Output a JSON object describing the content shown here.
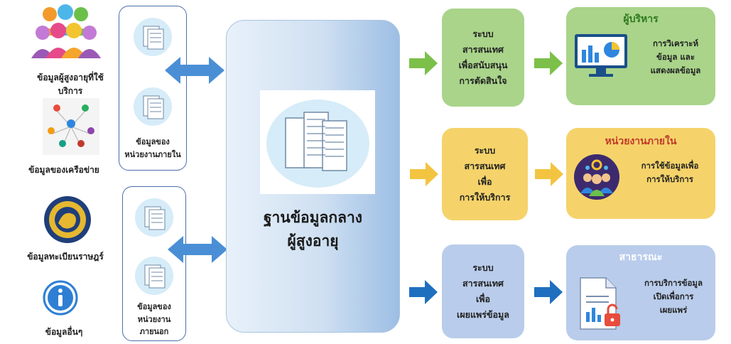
{
  "sources": {
    "elderly_users": "ข้อมูลผู้สูงอายุที่ใช้บริการ",
    "network": "ข้อมูลของเครือข่าย",
    "registration": "ข้อมูลทะเบียนราษฎร์",
    "other": "ข้อมูลอื่นๆ"
  },
  "internal_box": {
    "line1": "ข้อมูลของ",
    "line2": "หน่วยงานภายใน"
  },
  "external_box": {
    "line1": "ข้อมูลของ",
    "line2": "หน่วยงาน",
    "line3": "ภายนอก"
  },
  "central": {
    "line1": "ฐานข้อมูลกลาง",
    "line2": "ผู้สูงอายุ"
  },
  "systems": [
    {
      "lines": [
        "ระบบ",
        "สารสนเทศ",
        "เพื่อสนับสนุน",
        "การตัดสินใจ"
      ],
      "color": "#a9d48a"
    },
    {
      "lines": [
        "ระบบ",
        "สารสนเทศ",
        "เพื่อ",
        "การให้บริการ"
      ],
      "color": "#f5d36a"
    },
    {
      "lines": [
        "ระบบ",
        "สารสนเทศ",
        "เพื่อ",
        "เผยแพร่ข้อมูล"
      ],
      "color": "#b9cceb"
    }
  ],
  "targets": [
    {
      "title": "ผู้บริหาร",
      "desc": [
        "การวิเคราะห์",
        "ข้อมูล และ",
        "แสดงผลข้อมูล"
      ],
      "color": "#a9d48a",
      "title_color": "#2f7a1f"
    },
    {
      "title": "หน่วยงานภายใน",
      "desc": [
        "การใช้ข้อมูลเพื่อ",
        "การให้บริการ"
      ],
      "color": "#f5d36a",
      "title_color": "#c0392b"
    },
    {
      "title": "สาธารณะ",
      "desc": [
        "การบริการข้อมูล",
        "เปิดเพื่อการ",
        "เผยแพร่"
      ],
      "color": "#b9cceb",
      "title_color": "#ffffff"
    }
  ],
  "colors": {
    "green_arrow": "#7cc04a",
    "yellow_arrow": "#f3c440",
    "blue_arrow": "#1f6fbf",
    "double_arrow": "#4a8fd6"
  },
  "icons": [
    "people-group-icon",
    "network-icon",
    "royal-seal-icon",
    "info-icon",
    "server-icon",
    "dashboard-monitor-icon",
    "team-gear-icon",
    "secure-document-icon"
  ]
}
